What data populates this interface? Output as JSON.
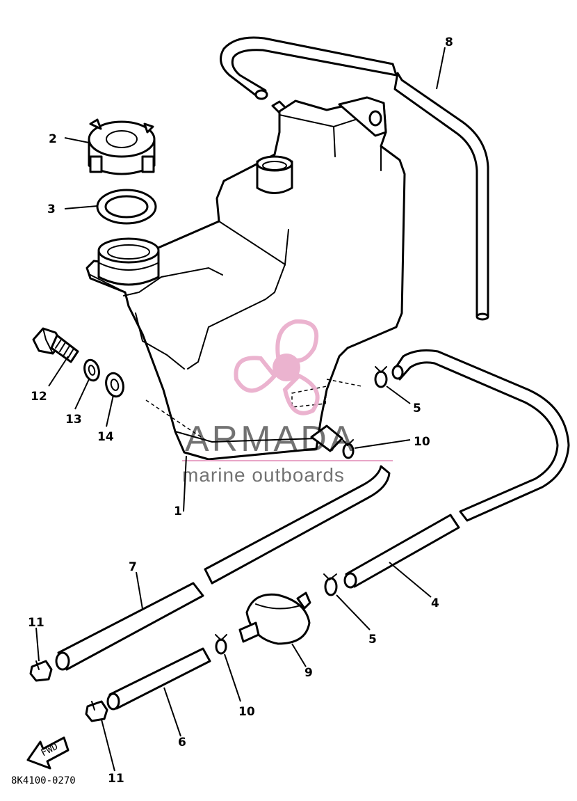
{
  "diagram_code": "8K4100-0270",
  "front_marker": "FWD",
  "watermark": {
    "title": "ARMADA",
    "subtitle": "marine outboards",
    "color": "#e8a6c7"
  },
  "callouts": [
    {
      "id": "c1",
      "text": "1"
    },
    {
      "id": "c2",
      "text": "2"
    },
    {
      "id": "c3",
      "text": "3"
    },
    {
      "id": "c4",
      "text": "4"
    },
    {
      "id": "c5a",
      "text": "5"
    },
    {
      "id": "c5b",
      "text": "5"
    },
    {
      "id": "c6",
      "text": "6"
    },
    {
      "id": "c7",
      "text": "7"
    },
    {
      "id": "c8",
      "text": "8"
    },
    {
      "id": "c9",
      "text": "9"
    },
    {
      "id": "c10a",
      "text": "10"
    },
    {
      "id": "c10b",
      "text": "10"
    },
    {
      "id": "c11a",
      "text": "11"
    },
    {
      "id": "c11b",
      "text": "11"
    },
    {
      "id": "c12",
      "text": "12"
    },
    {
      "id": "c13",
      "text": "13"
    },
    {
      "id": "c14",
      "text": "14"
    }
  ]
}
